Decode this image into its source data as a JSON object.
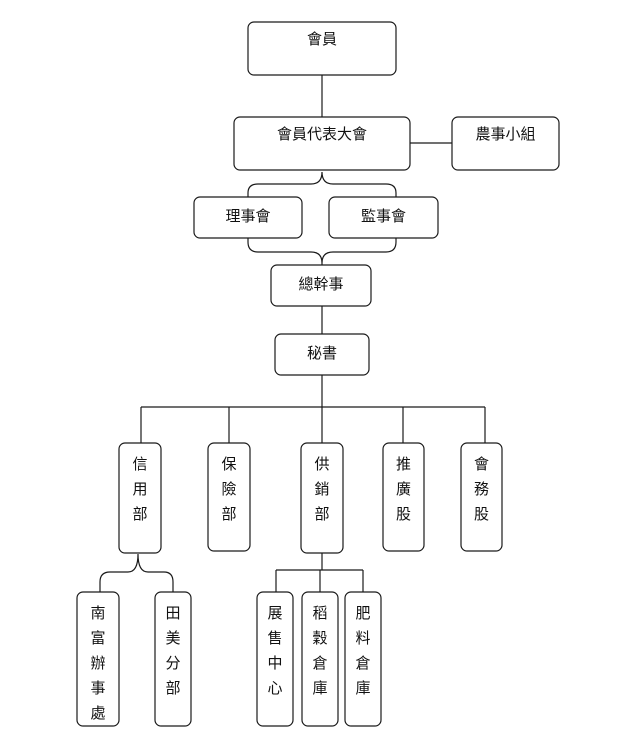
{
  "diagram": {
    "nodes": [
      {
        "id": "members",
        "label": "會員",
        "vertical": false
      },
      {
        "id": "assembly",
        "label": "會員代表大會",
        "vertical": false
      },
      {
        "id": "farm_group",
        "label": "農事小組",
        "vertical": false
      },
      {
        "id": "board",
        "label": "理事會",
        "vertical": false
      },
      {
        "id": "supervisors",
        "label": "監事會",
        "vertical": false
      },
      {
        "id": "gm",
        "label": "總幹事",
        "vertical": false
      },
      {
        "id": "secretary",
        "label": "秘書",
        "vertical": false
      },
      {
        "id": "credit",
        "label": "信用部",
        "vertical": true
      },
      {
        "id": "insurance",
        "label": "保險部",
        "vertical": true
      },
      {
        "id": "supply",
        "label": "供銷部",
        "vertical": true
      },
      {
        "id": "extension",
        "label": "推廣股",
        "vertical": true
      },
      {
        "id": "affairs",
        "label": "會務股",
        "vertical": true
      },
      {
        "id": "nanfu",
        "label": "南富辦事處",
        "vertical": true
      },
      {
        "id": "tianmei",
        "label": "田美分部",
        "vertical": true
      },
      {
        "id": "showroom",
        "label": "展售中心",
        "vertical": true
      },
      {
        "id": "rice_wh",
        "label": "稻穀倉庫",
        "vertical": true
      },
      {
        "id": "fert_wh",
        "label": "肥料倉庫",
        "vertical": true
      }
    ],
    "edges": [
      {
        "from": "members",
        "to": "assembly",
        "style": "straight"
      },
      {
        "from": "assembly",
        "to": "farm_group",
        "style": "straight"
      },
      {
        "from": "assembly",
        "to": "board",
        "style": "brace"
      },
      {
        "from": "assembly",
        "to": "supervisors",
        "style": "brace"
      },
      {
        "from": "board",
        "to": "gm",
        "style": "brace"
      },
      {
        "from": "supervisors",
        "to": "gm",
        "style": "brace"
      },
      {
        "from": "gm",
        "to": "secretary",
        "style": "straight"
      },
      {
        "from": "secretary",
        "to": "credit",
        "style": "orthogonal"
      },
      {
        "from": "secretary",
        "to": "insurance",
        "style": "orthogonal"
      },
      {
        "from": "secretary",
        "to": "supply",
        "style": "orthogonal"
      },
      {
        "from": "secretary",
        "to": "extension",
        "style": "orthogonal"
      },
      {
        "from": "secretary",
        "to": "affairs",
        "style": "orthogonal"
      },
      {
        "from": "credit",
        "to": "nanfu",
        "style": "brace"
      },
      {
        "from": "credit",
        "to": "tianmei",
        "style": "brace"
      },
      {
        "from": "supply",
        "to": "showroom",
        "style": "orthogonal"
      },
      {
        "from": "supply",
        "to": "rice_wh",
        "style": "orthogonal"
      },
      {
        "from": "supply",
        "to": "fert_wh",
        "style": "orthogonal"
      }
    ]
  }
}
